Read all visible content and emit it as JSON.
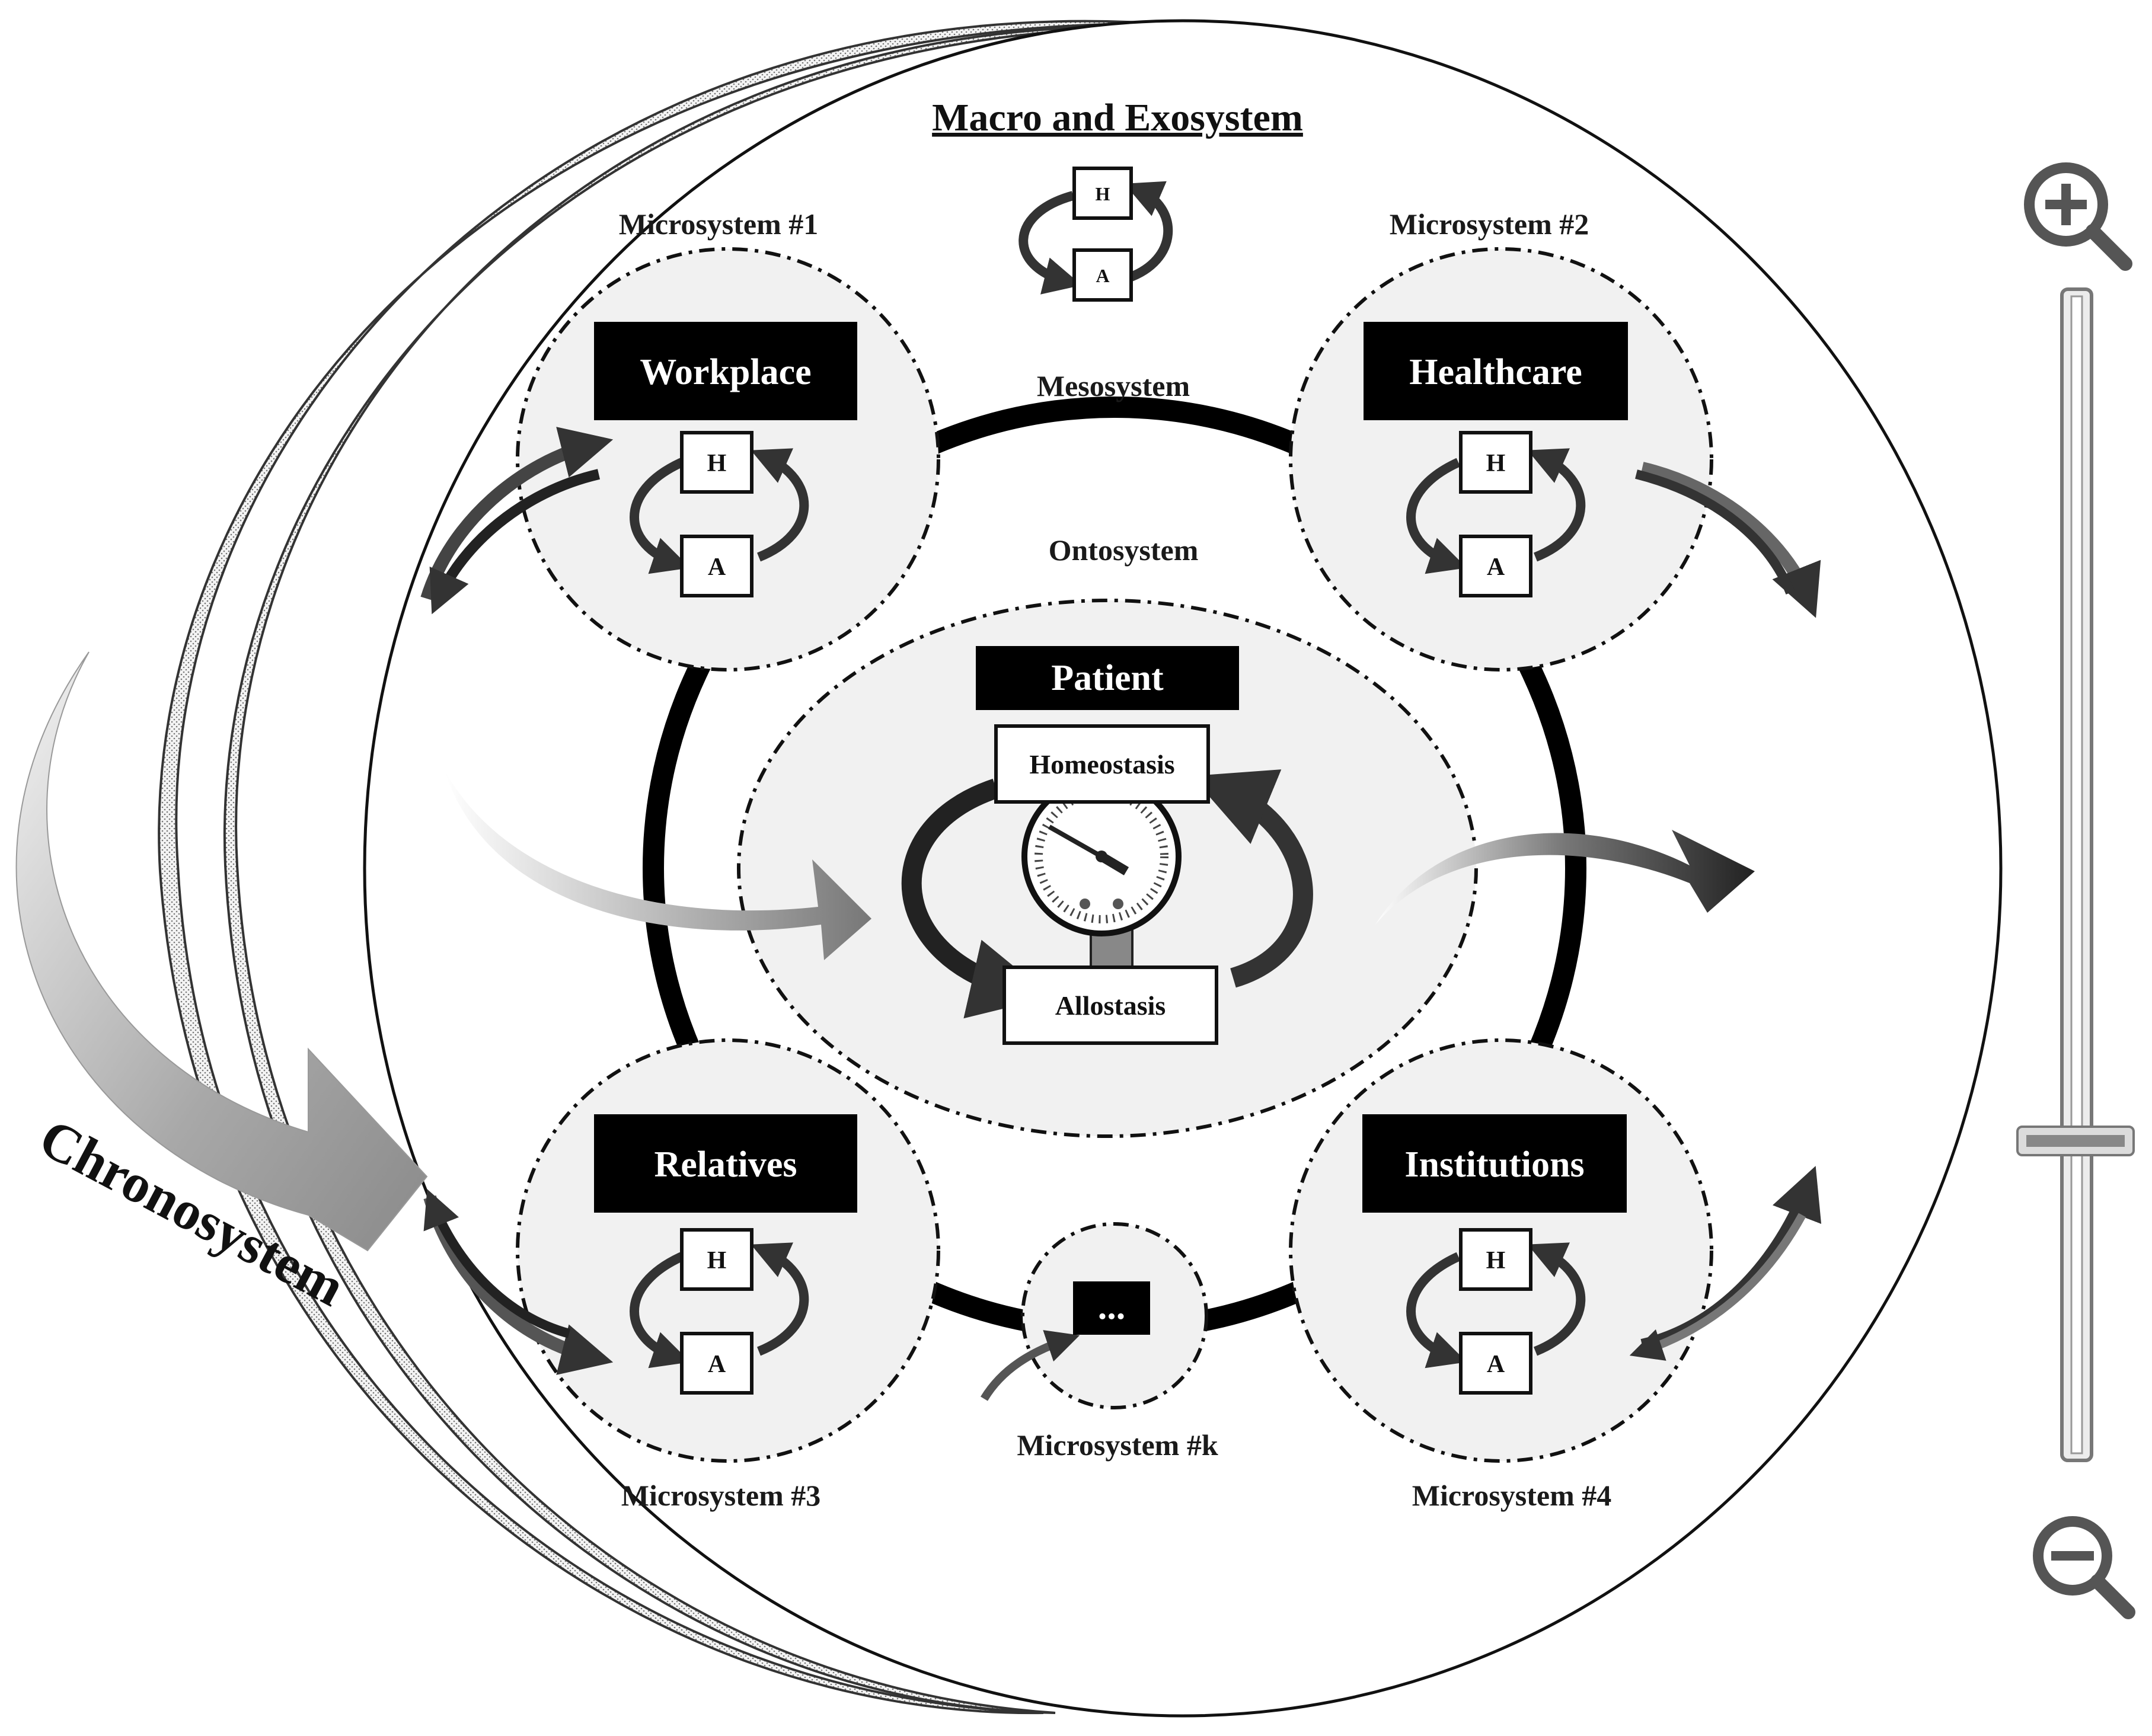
{
  "diagram": {
    "title": "Macro and Exosystem",
    "mesosystem_label": "Mesosystem",
    "ontosystem_label": "Ontosystem",
    "chronosystem_label": "Chronosystem",
    "patient": {
      "label": "Patient",
      "homeostasis": "Homeostasis",
      "allostasis": "Allostasis"
    },
    "macro_loop": {
      "h": "H",
      "a": "A"
    },
    "microsystems": [
      {
        "caption": "Microsystem #1",
        "name": "Workplace",
        "h": "H",
        "a": "A"
      },
      {
        "caption": "Microsystem #2",
        "name": "Healthcare",
        "h": "H",
        "a": "A"
      },
      {
        "caption": "Microsystem #3",
        "name": "Relatives",
        "h": "H",
        "a": "A"
      },
      {
        "caption": "Microsystem #4",
        "name": "Institutions",
        "h": "H",
        "a": "A"
      }
    ],
    "microsystem_k": {
      "caption": "Microsystem #k",
      "name": "..."
    }
  },
  "zoom_controls": {
    "zoom_in_icon": "magnifier-plus-icon",
    "zoom_out_icon": "magnifier-minus-icon",
    "slider_level": 0.27
  },
  "colors": {
    "ink": "#111111",
    "panel_fill": "#f1f1f1",
    "label_block": "#000000"
  }
}
